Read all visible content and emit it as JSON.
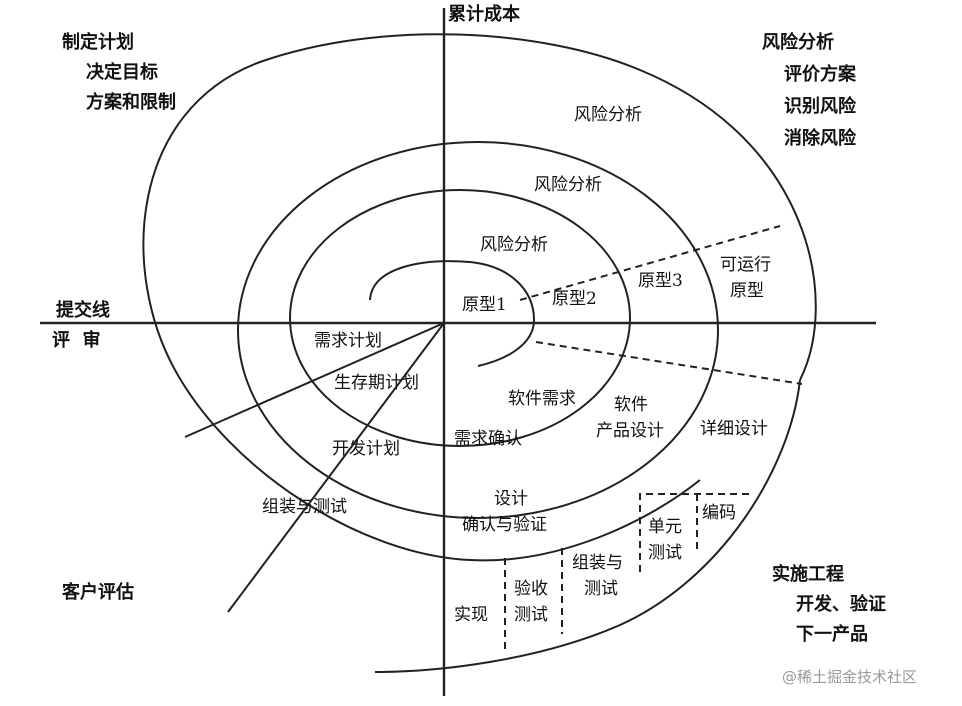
{
  "diagram": {
    "axis_top": "累计成本",
    "axis_left_top": "提交线",
    "axis_left_bottom": "评  审",
    "quadrant_tl": [
      "制定计划",
      "决定目标",
      "方案和限制"
    ],
    "quadrant_tr": [
      "风险分析",
      "评价方案",
      "识别风险",
      "消除风险"
    ],
    "quadrant_br": [
      "实施工程",
      "开发、验证",
      "下一产品"
    ],
    "quadrant_bl": "客户评估",
    "risk_labels": [
      "风险分析",
      "风险分析",
      "风险分析"
    ],
    "prototypes": [
      "原型1",
      "原型2",
      "原型3",
      "可运行",
      "原型"
    ],
    "plans": [
      "需求计划",
      "生存期计划",
      "开发计划",
      "组装与测试"
    ],
    "engineering": [
      "软件需求",
      "需求确认",
      "软件",
      "产品设计",
      "详细设计",
      "设计",
      "确认与验证",
      "单元",
      "测试",
      "编码",
      "组装与",
      "测试",
      "验收",
      "测试",
      "实现"
    ],
    "watermark": "@稀土掘金技术社区"
  }
}
